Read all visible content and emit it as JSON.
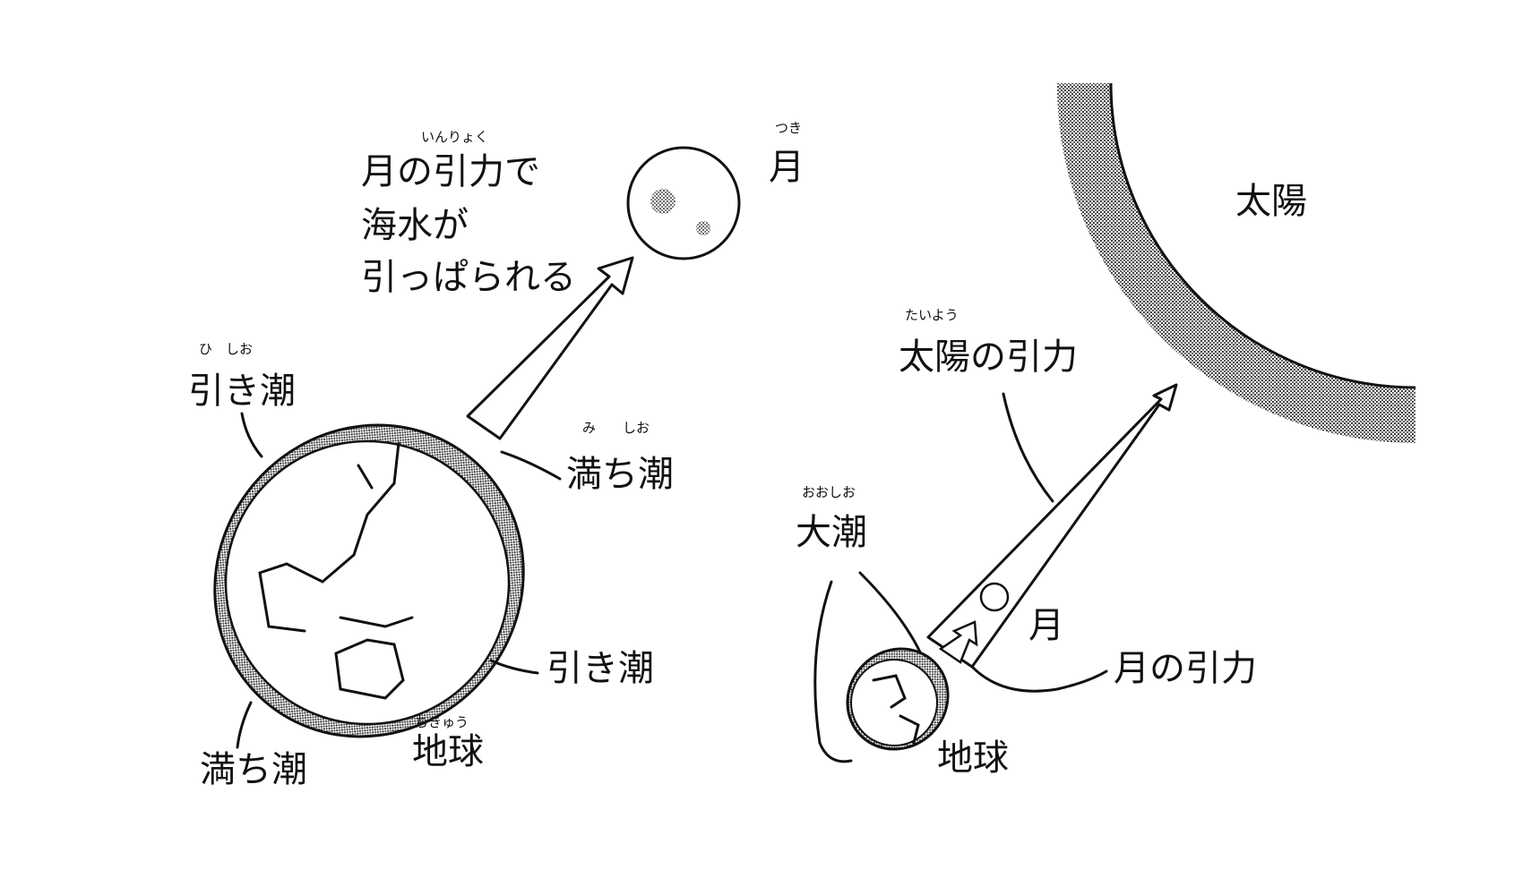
{
  "left": {
    "caption_lines": [
      "月の引力で",
      "海水が",
      "引っぱられる"
    ],
    "caption_ruby": "いんりょく",
    "moon_label": "月",
    "moon_ruby": "つき",
    "low_tide_top": "引き潮",
    "low_tide_top_ruby": "ひ　しお",
    "high_tide_right": "満ち潮",
    "high_tide_right_ruby": "み　　しお",
    "low_tide_right": "引き潮",
    "high_tide_bottom": "満ち潮",
    "earth_label": "地球",
    "earth_ruby": "ちきゅう"
  },
  "right": {
    "sun_label": "太陽",
    "sun_gravity": "太陽の引力",
    "sun_ruby": "たいよう",
    "spring_tide": "大潮",
    "spring_tide_ruby": "おおしお",
    "moon_label": "月",
    "moon_gravity": "月の引力",
    "earth_label": "地球"
  },
  "colors": {
    "ink": "#111111",
    "shade": "#9a9a9a"
  }
}
